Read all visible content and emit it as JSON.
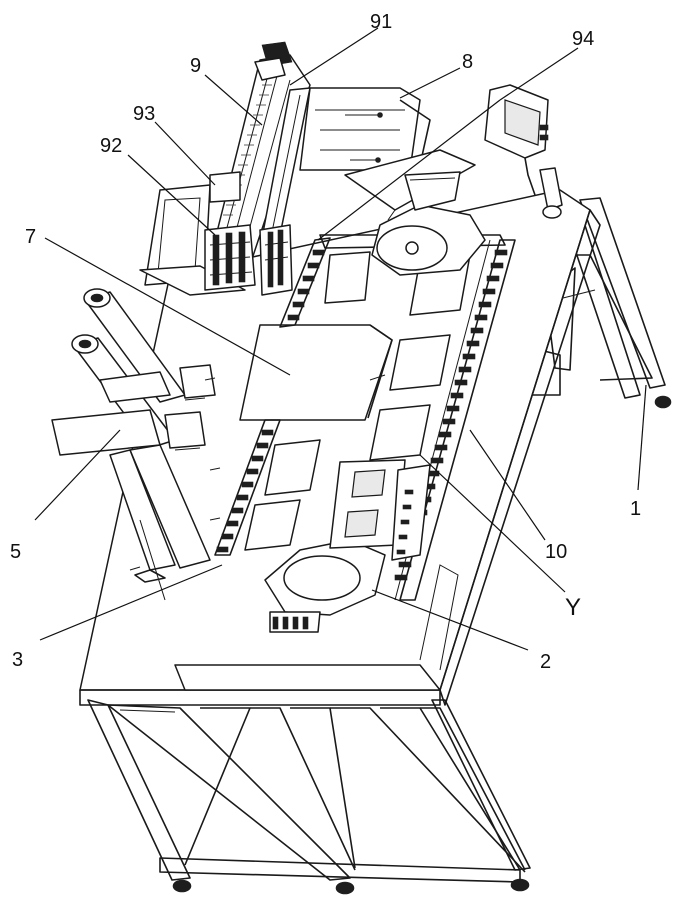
{
  "labels": {
    "l1": "1",
    "l2": "2",
    "l3": "3",
    "l5": "5",
    "l7": "7",
    "l8": "8",
    "l9": "9",
    "l10": "10",
    "l91": "91",
    "l92": "92",
    "l93": "93",
    "l94": "94",
    "lY": "Y"
  },
  "colors": {
    "ink": "#1a1a1a",
    "paper": "#ffffff"
  }
}
